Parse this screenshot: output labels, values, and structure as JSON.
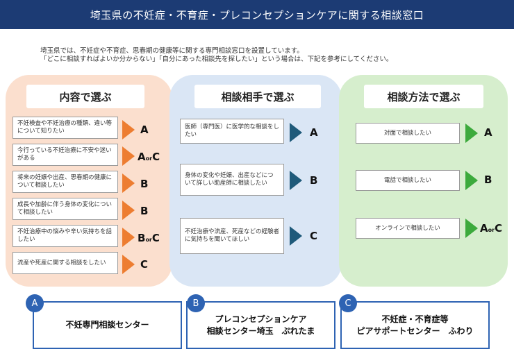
{
  "header": {
    "title": "埼玉県の不妊症・不育症・プレコンセプションケアに関する相談窓口"
  },
  "intro": {
    "line1": "埼玉県では、不妊症や不育症、思春期の健康等に関する専門相談窓口を設置しています。",
    "line2": "「どこに相談すればよいか分からない」「自分にあった相談先を探したい」という場合は、下記を参考にしてください。"
  },
  "columns": {
    "content": {
      "title": "内容で選ぶ",
      "items": [
        {
          "text": "不妊検査や不妊治療の種類、違い等について知りたい",
          "letter": "A"
        },
        {
          "text": "今行っている不妊治療に不安や迷いがある",
          "letter": "A",
          "or": "or",
          "letter2": "C"
        },
        {
          "text": "将来の妊娠や出産、思春期の健康について相談したい",
          "letter": "B"
        },
        {
          "text": "成長や加齢に伴う身体の変化について相談したい",
          "letter": "B"
        },
        {
          "text": "不妊治療中の悩みや辛い気持ちを話したい",
          "letter": "B",
          "or": "or",
          "letter2": "C"
        },
        {
          "text": "流産や死産に関する相談をしたい",
          "letter": "C"
        }
      ]
    },
    "partner": {
      "title": "相談相手で選ぶ",
      "items": [
        {
          "text": "医師（専門医）に医学的な相談をしたい",
          "letter": "A"
        },
        {
          "text": "身体の変化や妊娠、出産などについて詳しい助産師に相談したい",
          "letter": "B"
        },
        {
          "text": "不妊治療や流産、死産などの経験者に気持ちを聞いてほしい",
          "letter": "C"
        }
      ]
    },
    "method": {
      "title": "相談方法で選ぶ",
      "items": [
        {
          "text": "対面で相談したい",
          "letter": "A"
        },
        {
          "text": "電話で相談したい",
          "letter": "B"
        },
        {
          "text": "オンラインで相談したい",
          "letter": "A",
          "or": "or",
          "letter2": "C"
        }
      ]
    }
  },
  "centers": [
    {
      "badge": "A",
      "line1": "不妊専門相談センター",
      "line2": ""
    },
    {
      "badge": "B",
      "line1": "プレコンセプションケア",
      "line2": "相談センター埼玉　ぷれたま"
    },
    {
      "badge": "C",
      "line1": "不妊症・不育症等",
      "line2": "ピアサポートセンター　ふわり"
    }
  ],
  "colors": {
    "header": "#1c3b74",
    "pink": "#fbdfce",
    "blue": "#dae6f5",
    "green": "#d6eecd",
    "orange_arrow": "#ed7d31",
    "blue_arrow": "#1f5a7a",
    "green_arrow": "#3caa3c",
    "badge": "#2e63b3"
  }
}
